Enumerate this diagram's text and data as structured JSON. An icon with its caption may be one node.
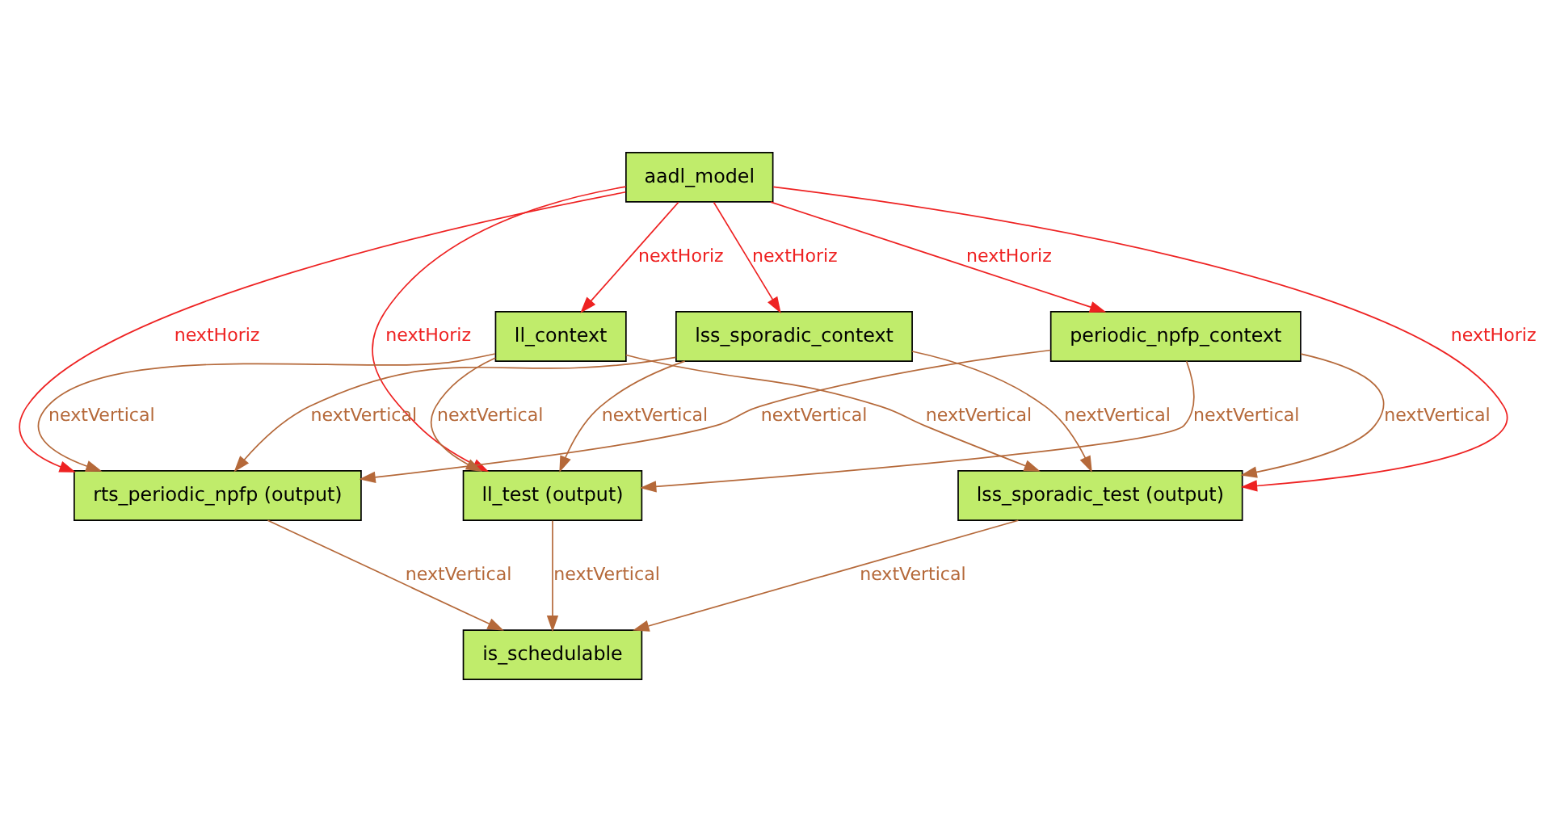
{
  "diagram": {
    "nodes": [
      {
        "text": [
          "aadl_model"
        ]
      },
      {
        "text": [
          "periodic_npfp_context"
        ]
      },
      {
        "text": [
          "lss_sporadic_context"
        ]
      },
      {
        "text": [
          "ll_context"
        ]
      },
      {
        "text": [
          "rts_periodic_npfp (output)"
        ]
      },
      {
        "text": [
          "lss_sporadic_test (output)"
        ]
      },
      {
        "text": [
          "ll_test (output)"
        ]
      },
      {
        "text": [
          "is_schedulable"
        ]
      }
    ],
    "edges": [
      {
        "from": 0,
        "to": 4,
        "arrow": "to",
        "label": "nextHoriz",
        "color": "#ee2222"
      },
      {
        "from": 0,
        "to": 1,
        "arrow": "to",
        "label": "nextHoriz",
        "color": "#ee2222"
      },
      {
        "from": 0,
        "to": 2,
        "arrow": "to",
        "label": "nextHoriz",
        "color": "#ee2222"
      },
      {
        "from": 0,
        "to": 3,
        "arrow": "to",
        "label": "nextHoriz",
        "color": "#ee2222"
      },
      {
        "from": 0,
        "to": 5,
        "arrow": "to",
        "label": "nextHoriz",
        "color": "#ee2222"
      },
      {
        "from": 0,
        "to": 6,
        "arrow": "to",
        "label": "nextHoriz",
        "color": "#ee2222"
      },
      {
        "from": 1,
        "to": 4,
        "arrow": "to",
        "label": "nextVertical"
      },
      {
        "from": 1,
        "to": 5,
        "arrow": "to",
        "label": "nextVertical"
      },
      {
        "from": 1,
        "to": 6,
        "arrow": "to",
        "label": "nextVertical"
      },
      {
        "from": 2,
        "to": 4,
        "arrow": "to",
        "label": "nextVertical"
      },
      {
        "from": 2,
        "to": 5,
        "arrow": "to",
        "label": "nextVertical"
      },
      {
        "from": 2,
        "to": 6,
        "arrow": "to",
        "label": "nextVertical"
      },
      {
        "from": 3,
        "to": 4,
        "arrow": "to",
        "label": "nextVertical"
      },
      {
        "from": 3,
        "to": 5,
        "arrow": "to",
        "label": "nextVertical"
      },
      {
        "from": 3,
        "to": 6,
        "arrow": "to",
        "label": "nextVertical"
      },
      {
        "from": 4,
        "to": 7,
        "arrow": "to",
        "label": "nextVertical"
      },
      {
        "from": 5,
        "to": 7,
        "arrow": "to",
        "label": "nextVertical"
      },
      {
        "from": 6,
        "to": 7,
        "arrow": "to",
        "label": "nextVertical"
      }
    ]
  }
}
